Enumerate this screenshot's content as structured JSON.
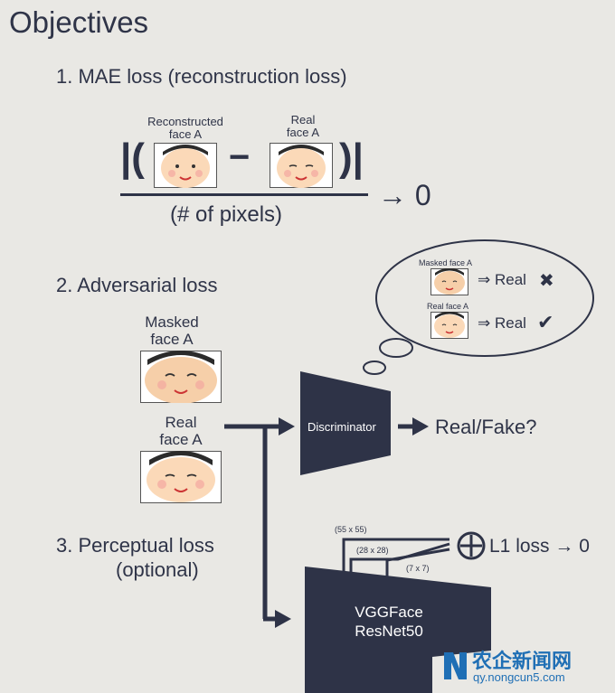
{
  "title": "Objectives",
  "mae": {
    "heading": "1. MAE loss (reconstruction loss)",
    "recon_label_1": "Reconstructed",
    "recon_label_2": "face A",
    "real_label_1": "Real",
    "real_label_2": "face A",
    "abs_left": "|(",
    "minus": "−",
    "abs_right": ")|",
    "denominator": "(# of pixels)",
    "result": "→ 0"
  },
  "adversarial": {
    "heading": "2. Adversarial loss",
    "masked_label_1": "Masked",
    "masked_label_2": "face A",
    "real_label_1": "Real",
    "real_label_2": "face A",
    "discriminator": "Discriminator",
    "output": "Real/Fake?",
    "bubble": {
      "masked_label": "Masked face A",
      "real_label": "Real face A",
      "implies": "⇒ Real",
      "cross": "✖",
      "check": "✔"
    }
  },
  "perceptual": {
    "heading_1": "3. Perceptual loss",
    "heading_2": "(optional)",
    "feat_1": "(55 x 55)",
    "feat_2": "(28 x 28)",
    "feat_3": "(7 x 7)",
    "plus": "⊕",
    "l1": "L1 loss → 0",
    "model_1": "VGGFace",
    "model_2": "ResNet50"
  },
  "watermark": {
    "text": "农企新闻网",
    "url": "qy.nongcun5.com"
  },
  "colors": {
    "background": "#e9e8e4",
    "dark": "#2e3347",
    "skin": "#fbd9b8",
    "blush": "#f4a7a0",
    "watermark": "#1f6fb5"
  }
}
